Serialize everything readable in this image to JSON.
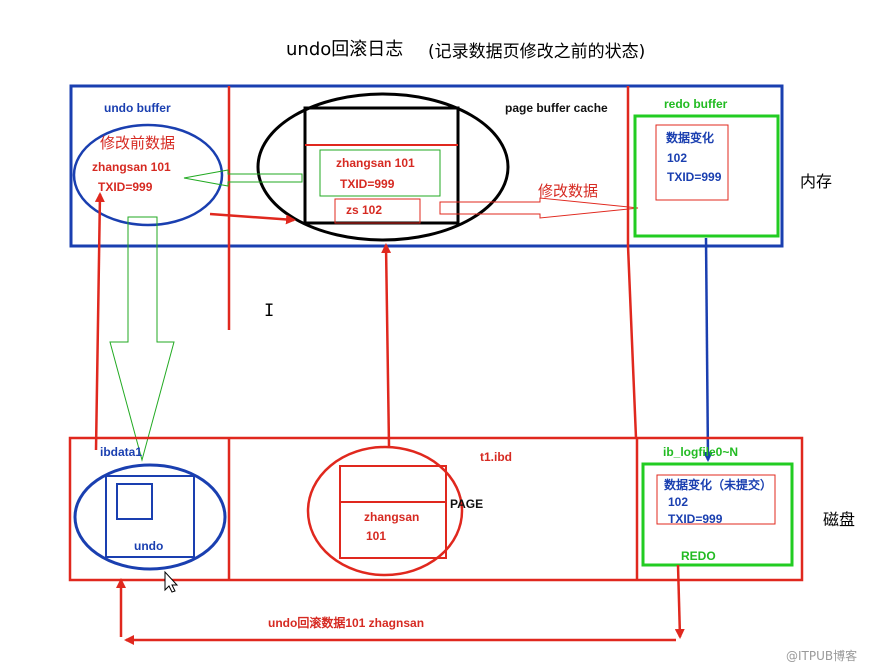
{
  "title": "undo回滚日志",
  "subtitle": "(记录数据页修改之前的状态)",
  "memory_label": "内存",
  "disk_label": "磁盘",
  "memory": {
    "undo_buffer": {
      "label": "undo buffer",
      "caption": "修改前数据",
      "record_name": "zhangsan   101",
      "txid": "TXID=999"
    },
    "page_buffer_cache": {
      "label": "page buffer cache",
      "row_name": "zhangsan   101",
      "row_txid": "TXID=999",
      "row_new": "zs      102"
    },
    "modify_label": "修改数据",
    "redo_buffer": {
      "label": "redo buffer",
      "line1": "数据变化",
      "line2": "102",
      "line3": "TXID=999"
    }
  },
  "disk": {
    "ibdata1": {
      "label": "ibdata1",
      "undo": "undo"
    },
    "t1ibd": {
      "label": "t1.ibd",
      "page": "PAGE",
      "name": "zhangsan",
      "value": "101"
    },
    "ib_logfile": {
      "label": "ib_logfile0~N",
      "line1": "数据变化（未提交）",
      "line2": "102",
      "line3": "TXID=999",
      "redo": "REDO"
    }
  },
  "rollback_label": "undo回滚数据101 zhagnsan",
  "cursor_text": "I",
  "watermark": "@ITPUB博客",
  "colors": {
    "blue": "#1a3fb0",
    "red": "#e0281e",
    "green": "#22cc22",
    "black": "#000000"
  }
}
